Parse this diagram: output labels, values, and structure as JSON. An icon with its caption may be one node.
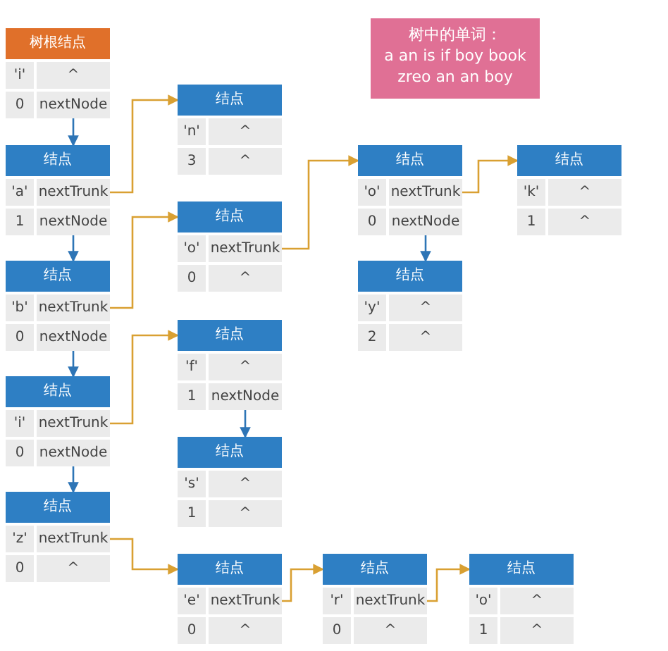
{
  "diagram": {
    "nodes": [
      {
        "text": [
          "树根结点",
          "'i'",
          "^",
          "0",
          "nextNode"
        ]
      },
      {
        "text": [
          "结点",
          "'a'",
          "nextTrunk",
          "1",
          "nextNode"
        ]
      },
      {
        "text": [
          "结点",
          "'b'",
          "nextTrunk",
          "0",
          "nextNode"
        ]
      },
      {
        "text": [
          "结点",
          "'i'",
          "nextTrunk",
          "0",
          "nextNode"
        ]
      },
      {
        "text": [
          "结点",
          "'z'",
          "nextTrunk",
          "0",
          "^"
        ]
      },
      {
        "text": [
          "结点",
          "'n'",
          "^",
          "3",
          "^"
        ]
      },
      {
        "text": [
          "结点",
          "'o'",
          "nextTrunk",
          "0",
          "^"
        ]
      },
      {
        "text": [
          "结点",
          "'f'",
          "^",
          "1",
          "nextNode"
        ]
      },
      {
        "text": [
          "结点",
          "'s'",
          "^",
          "1",
          "^"
        ]
      },
      {
        "text": [
          "结点",
          "'e'",
          "nextTrunk",
          "0",
          "^"
        ]
      },
      {
        "text": [
          "结点",
          "'o'",
          "nextTrunk",
          "0",
          "nextNode"
        ]
      },
      {
        "text": [
          "结点",
          "'y'",
          "^",
          "2",
          "^"
        ]
      },
      {
        "text": [
          "结点",
          "'k'",
          "^",
          "1",
          "^"
        ]
      },
      {
        "text": [
          "结点",
          "'r'",
          "nextTrunk",
          "0",
          "^"
        ]
      },
      {
        "text": [
          "结点",
          "'o'",
          "^",
          "1",
          "^"
        ]
      },
      {
        "text": [
          "树中的单词：",
          "a an is if boy book zreo an an boy"
        ]
      }
    ],
    "edges": [
      {
        "from": 0,
        "to": 1,
        "arrow": "to",
        "color": "#2e75b6"
      },
      {
        "from": 1,
        "to": 2,
        "arrow": "to",
        "color": "#2e75b6"
      },
      {
        "from": 2,
        "to": 3,
        "arrow": "to",
        "color": "#2e75b6"
      },
      {
        "from": 3,
        "to": 4,
        "arrow": "to",
        "color": "#2e75b6"
      },
      {
        "from": 1,
        "to": 5,
        "arrow": "to"
      },
      {
        "from": 2,
        "to": 6,
        "arrow": "to"
      },
      {
        "from": 6,
        "to": 10,
        "arrow": "to"
      },
      {
        "from": 10,
        "to": 12,
        "arrow": "to"
      },
      {
        "from": 10,
        "to": 11,
        "arrow": "to",
        "color": "#2e75b6"
      },
      {
        "from": 3,
        "to": 7,
        "arrow": "to"
      },
      {
        "from": 7,
        "to": 8,
        "arrow": "to",
        "color": "#2e75b6"
      },
      {
        "from": 4,
        "to": 9,
        "arrow": "to"
      },
      {
        "from": 9,
        "to": 13,
        "arrow": "to"
      },
      {
        "from": 13,
        "to": 14,
        "arrow": "to"
      }
    ]
  }
}
